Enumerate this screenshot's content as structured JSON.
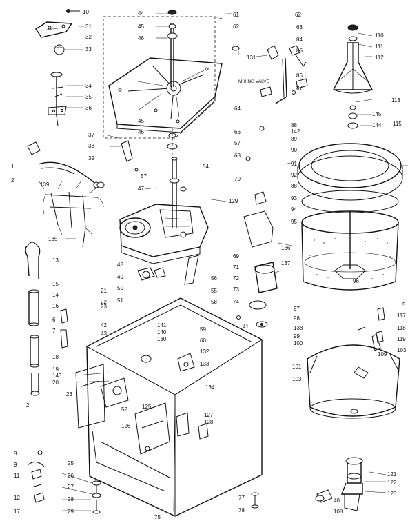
{
  "diagram": {
    "callouts": {
      "c10": "10",
      "c31": "31",
      "c32": "32",
      "c33": "33",
      "c34": "34",
      "c35": "35",
      "c36": "36",
      "c44": "44",
      "c45a": "45",
      "c46a": "46",
      "c61": "61",
      "c62a": "62",
      "c62b": "62",
      "c63": "63",
      "c84": "84",
      "c85": "85",
      "c86": "86",
      "c87": "87",
      "c131": "131",
      "c110": "110",
      "c111": "111",
      "c112": "112",
      "c113": "113",
      "c145": "145",
      "c144": "144",
      "c115": "115",
      "c37": "37",
      "c38": "38",
      "c39": "39",
      "c45b": "45",
      "c46b": "46",
      "c54": "54",
      "c57a": "57",
      "c47": "47",
      "c129": "129",
      "c64": "64",
      "c66": "66",
      "c57b": "57",
      "c68": "68",
      "c70": "70",
      "c88a": "88",
      "c142": "142",
      "c89": "89",
      "c90": "90",
      "c91": "91",
      "c92": "92",
      "c88b": "88",
      "c93": "93",
      "c94": "94",
      "c95": "95",
      "c96": "96",
      "c136": "136",
      "c137": "137",
      "c69": "69",
      "c71": "71",
      "c72": "72",
      "c73": "73",
      "c74": "74",
      "c41": "41",
      "c2a": "2",
      "c139": "139",
      "c135": "135",
      "c13": "13",
      "c15": "15",
      "c14": "14",
      "c16": "16",
      "c6": "6",
      "c7": "7",
      "c18": "18",
      "c19": "19",
      "c143": "143",
      "c20": "20",
      "c23a": "23",
      "c21": "21",
      "c22": "22",
      "c23b": "23",
      "c42": "42",
      "c43": "43",
      "c48": "48",
      "c49": "49",
      "c50": "50",
      "c51": "51",
      "c56": "56",
      "c55": "55",
      "c58": "58",
      "c141": "141",
      "c140": "140",
      "c130": "130",
      "c59": "59",
      "c60": "60",
      "c132": "132",
      "c133": "133",
      "c134": "134",
      "c52": "52",
      "c125": "125",
      "c126": "126",
      "c127": "127",
      "c128": "128",
      "c2b": "2",
      "c8": "8",
      "c9": "9",
      "c11": "11",
      "c12": "12",
      "c17": "17",
      "c25": "25",
      "c26": "26",
      "c27": "27",
      "c28": "28",
      "c29": "29",
      "c77": "77",
      "c78": "78",
      "c5": "5",
      "c117": "117",
      "c118": "118",
      "c119": "119",
      "c97": "97",
      "c98": "98",
      "c138": "138",
      "c99": "99",
      "c100": "100",
      "c109": "109",
      "c101": "101",
      "c103a": "103",
      "c103b": "103",
      "c121": "121",
      "c122": "122",
      "c123": "123",
      "c40": "40",
      "c108": "108",
      "c75": "75",
      "c1": "1"
    },
    "mixing_valve_label": "MIXING VALVE"
  }
}
